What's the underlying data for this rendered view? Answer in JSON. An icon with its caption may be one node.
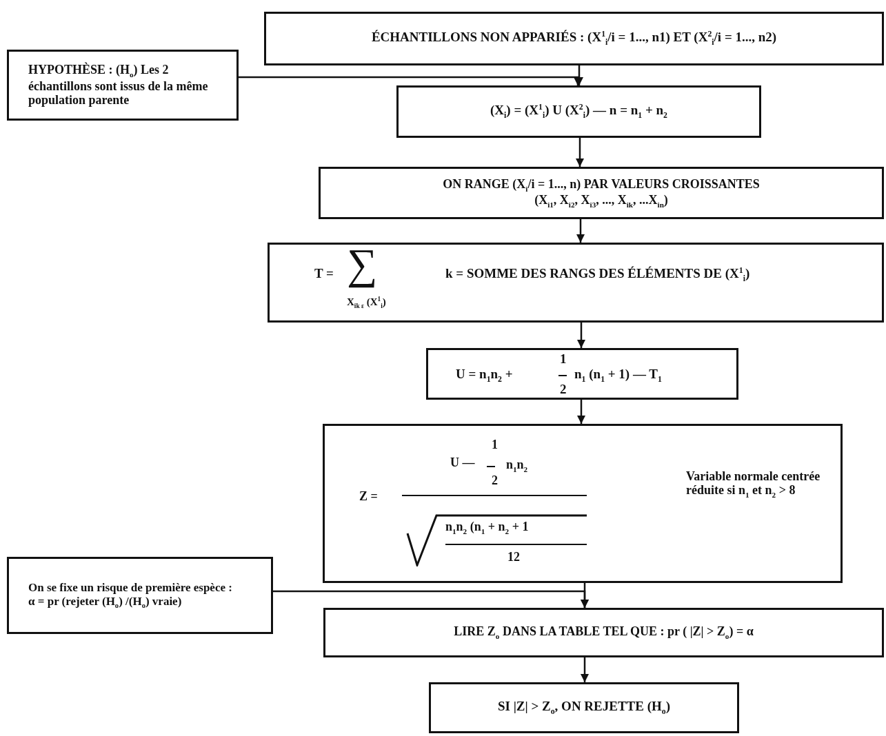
{
  "diagram": {
    "nodes": [
      {
        "text": [
          "ÉCHANTILLONS NON APPARIÉS : (X$^{1}$$_{i}$/i = 1..., n1) ET (X$^{2}$$_{i}$/i = 1..., n2)"
        ]
      },
      {
        "text": [
          "HYPOTHÈSE : (H$_{o}$) Les 2 échantillons sont issus de la même population parente"
        ]
      },
      {
        "text": [
          "(X$_{i}$) = (X$^{1}$$_{i}$) U (X$^{2}$$_{i}$) — n = n$_{1}$ + n$_{2}$"
        ]
      },
      {
        "text": [
          "ON RANGE (X$_{i}$/i = 1..., n) PAR VALEURS CROISSANTES",
          "(X$_{i1}$, X$_{i2}$, X$_{i3}$, ..., X$_{ik}$, ...X$_{in}$)"
        ]
      },
      {
        "text": [
          "T =",
          "∑",
          "X$_{ik ε}$ (X$^{1}$$_{i}$)",
          "k = SOMME DES RANGS DES ÉLÉMENTS DE (X$^{1}$$_{i}$)"
        ]
      },
      {
        "text": [
          "U = n$_{1}$n$_{2}$ +",
          "1",
          "2",
          "n$_{1}$ (n$_{1}$ + 1) — T$_{1}$"
        ]
      },
      {
        "text": [
          "Z =",
          "1",
          "U —",
          "2",
          "n$_{1}$n$_{2}$",
          "n$_{1}$n$_{2}$ (n$_{1}$ + n$_{2}$ + 1",
          "12",
          "Variable normale centrée réduite si n$_{1}$ et n$_{2}$ > 8"
        ]
      },
      {
        "text": [
          "On se fixe un risque de première espèce :",
          "α = pr (rejeter (H$_{o}$) /(H$_{o}$) vraie)"
        ]
      },
      {
        "text": [
          "LIRE Z$_{o}$ DANS LA TABLE TEL QUE : pr ( |Z| > Z$_{o}$) = α"
        ]
      },
      {
        "text": [
          "SI |Z| > Z$_{o}$, ON REJETTE (H$_{o}$)"
        ]
      }
    ],
    "edges": [
      {
        "from": 0,
        "to": 2,
        "arrow": "to"
      },
      {
        "from": 1,
        "to": 2,
        "arrow": "to"
      },
      {
        "from": 2,
        "to": 3,
        "arrow": "to"
      },
      {
        "from": 3,
        "to": 4,
        "arrow": "to"
      },
      {
        "from": 4,
        "to": 5,
        "arrow": "to"
      },
      {
        "from": 5,
        "to": 6,
        "arrow": "to"
      },
      {
        "from": 6,
        "to": 8,
        "arrow": "to"
      },
      {
        "from": 7,
        "to": 8,
        "arrow": "to"
      },
      {
        "from": 8,
        "to": 9,
        "arrow": "to"
      }
    ]
  }
}
